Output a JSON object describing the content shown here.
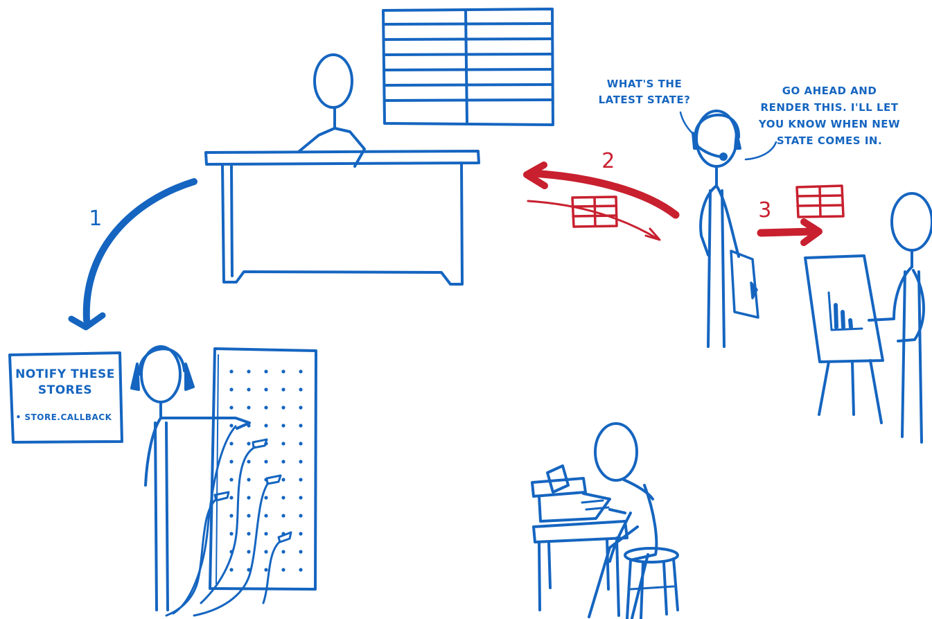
{
  "colors": {
    "ink": "#1565c0",
    "red": "#c8202f",
    "paper": "#ffffff"
  },
  "steps": {
    "one": "1",
    "two": "2",
    "three": "3"
  },
  "speech": {
    "question": {
      "line1": "WHAT'S THE",
      "line2": "LATEST STATE?"
    },
    "answer": {
      "line1": "GO AHEAD AND",
      "line2": "RENDER THIS. I'LL LET",
      "line3": "YOU KNOW WHEN NEW",
      "line4": "STATE COMES IN."
    }
  },
  "notice": {
    "title_line1": "NOTIFY THESE",
    "title_line2": "STORES",
    "item": "• STORE.CALLBACK"
  }
}
